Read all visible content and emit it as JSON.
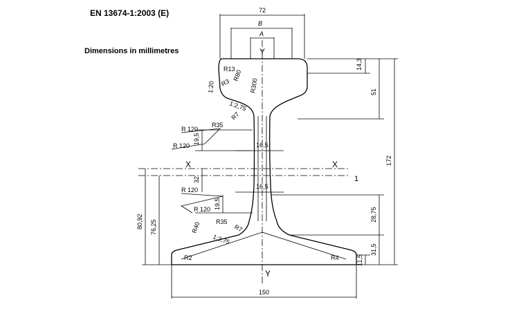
{
  "header": {
    "standard": "EN 13674-1:2003 (E)",
    "units_note": "Dimensions in millimetres"
  },
  "dimensions": {
    "head_width": "72",
    "b": "B",
    "a": "A",
    "head_top_offset": "14,3",
    "head_depth": "51",
    "total_height": "172",
    "web_thick_upper": "16,5",
    "web_thick_lower": "16,5",
    "upper_web_zone": "19,5",
    "lower_web_zone": "19,5",
    "neutral_offset": "32",
    "foot_to_web": "28,75",
    "foot_height": "31,5",
    "foot_edge": "11,5",
    "foot_width": "150",
    "neutral_axis_height": "80,92",
    "left_dim_76": "76,25"
  },
  "radii": {
    "r13": "R13",
    "r3": "R3",
    "r80": "R80",
    "r300": "R300",
    "slope_head": "1:20",
    "slope_under_head": "1:2,75",
    "r7_upper": "R7",
    "r35_upper": "R35",
    "r120_a": "R 120",
    "r120_b": "R 120",
    "r120_c": "R 120",
    "r120_d": "R 120",
    "r35_lower": "R35",
    "r7_lower": "R7",
    "r40": "R40",
    "slope_foot": "1:2,75",
    "r2": "R2",
    "r4": "R4"
  },
  "axes": {
    "y_top": "Y",
    "y_bottom": "Y",
    "x_left": "X",
    "x_right": "X",
    "ref_1": "1"
  }
}
